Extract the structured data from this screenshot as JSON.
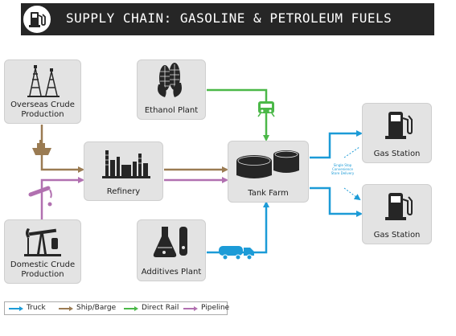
{
  "header": {
    "title": "SUPPLY CHAIN: GASOLINE & PETROLEUM FUELS",
    "icon": "fuel-pump-icon"
  },
  "nodes": {
    "overseas_crude": {
      "label": "Overseas Crude Production",
      "icon": "oil-derrick-icon"
    },
    "domestic_crude": {
      "label": "Domestic Crude Production",
      "icon": "pumpjack-icon"
    },
    "ethanol_plant": {
      "label": "Ethanol Plant",
      "icon": "corn-icon"
    },
    "refinery": {
      "label": "Refinery",
      "icon": "refinery-icon"
    },
    "tank_farm": {
      "label": "Tank Farm",
      "icon": "storage-tanks-icon"
    },
    "additives_plant": {
      "label": "Additives Plant",
      "icon": "flask-icon"
    },
    "gas_station_1": {
      "label": "Gas Station",
      "icon": "fuel-pump-icon"
    },
    "gas_station_2": {
      "label": "Gas Station",
      "icon": "fuel-pump-icon"
    }
  },
  "annotation": {
    "text": "Single Stop Convenience Store Delivery"
  },
  "legend": [
    {
      "label": "Truck",
      "color": "#1c9bd7"
    },
    {
      "label": "Ship/Barge",
      "color": "#9a7b52"
    },
    {
      "label": "Direct Rail",
      "color": "#4bb848"
    },
    {
      "label": "Pipeline",
      "color": "#b170b0"
    }
  ]
}
